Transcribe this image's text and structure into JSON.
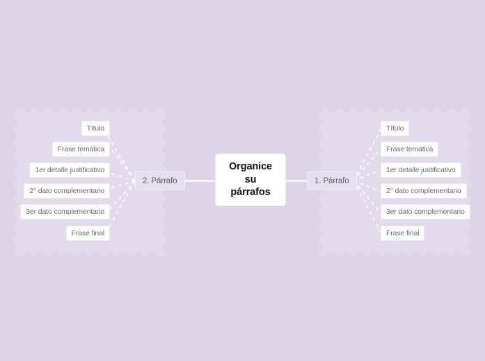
{
  "canvas": {
    "background_color": "#ded4e8",
    "cloud_color": "#e3dbec",
    "connector_color": "#ffffff"
  },
  "center": {
    "line1": "Organice",
    "line2": "su",
    "line3": "párrafos",
    "text": "Organice su párrafos",
    "fill": "#ffffff",
    "text_color": "#111111"
  },
  "branches": [
    {
      "id": "branch-2",
      "label": "2. Párrafo",
      "side": "left",
      "fill": "#e6e0ee",
      "leaves": [
        {
          "label": "Título"
        },
        {
          "label": "Frase temática"
        },
        {
          "label": "1er detalle justificativo"
        },
        {
          "label": "2° dato complementario"
        },
        {
          "label": "3er dato complementario"
        },
        {
          "label": "Frase final"
        }
      ]
    },
    {
      "id": "branch-1",
      "label": "1. Párrafo",
      "side": "right",
      "fill": "#e6e0ee",
      "leaves": [
        {
          "label": "Título"
        },
        {
          "label": "Frase temática"
        },
        {
          "label": "1er detalle justificativo"
        },
        {
          "label": "2° dato complementario"
        },
        {
          "label": "3er dato complementario"
        },
        {
          "label": "Frase final"
        }
      ]
    }
  ]
}
